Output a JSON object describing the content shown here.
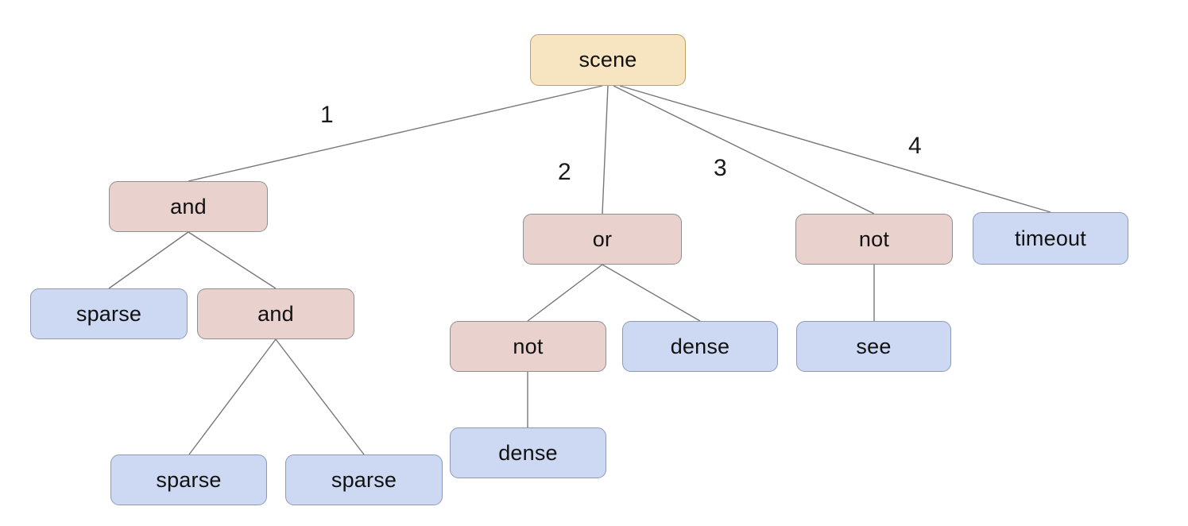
{
  "diagram": {
    "type": "tree",
    "colors": {
      "root_fill": "#f6e5c0",
      "root_border": "#b9a268",
      "operator_fill": "#e9d1cd",
      "operator_border": "#8f8f8f",
      "leaf_fill": "#cdd9f2",
      "leaf_border": "#8d99b5",
      "edge_stroke": "#777777",
      "text": "#111111"
    },
    "nodes": [
      {
        "id": "scene",
        "label": "scene",
        "type": "root"
      },
      {
        "id": "and-1",
        "label": "and",
        "type": "operator"
      },
      {
        "id": "or-1",
        "label": "or",
        "type": "operator"
      },
      {
        "id": "not-1",
        "label": "not",
        "type": "operator"
      },
      {
        "id": "timeout",
        "label": "timeout",
        "type": "leaf"
      },
      {
        "id": "sparse-1",
        "label": "sparse",
        "type": "leaf"
      },
      {
        "id": "and-2",
        "label": "and",
        "type": "operator"
      },
      {
        "id": "not-2",
        "label": "not",
        "type": "operator"
      },
      {
        "id": "dense-1",
        "label": "dense",
        "type": "leaf"
      },
      {
        "id": "see",
        "label": "see",
        "type": "leaf"
      },
      {
        "id": "dense-2",
        "label": "dense",
        "type": "leaf"
      },
      {
        "id": "sparse-2",
        "label": "sparse",
        "type": "leaf"
      },
      {
        "id": "sparse-3",
        "label": "sparse",
        "type": "leaf"
      }
    ],
    "edge_labels": [
      "1",
      "2",
      "3",
      "4"
    ],
    "tree": {
      "label": "scene",
      "children": [
        {
          "edge": "1",
          "label": "and",
          "children": [
            {
              "label": "sparse"
            },
            {
              "label": "and",
              "children": [
                {
                  "label": "sparse"
                },
                {
                  "label": "sparse"
                }
              ]
            }
          ]
        },
        {
          "edge": "2",
          "label": "or",
          "children": [
            {
              "label": "not",
              "children": [
                {
                  "label": "dense"
                }
              ]
            },
            {
              "label": "dense"
            }
          ]
        },
        {
          "edge": "3",
          "label": "not",
          "children": [
            {
              "label": "see"
            }
          ]
        },
        {
          "edge": "4",
          "label": "timeout"
        }
      ]
    }
  }
}
